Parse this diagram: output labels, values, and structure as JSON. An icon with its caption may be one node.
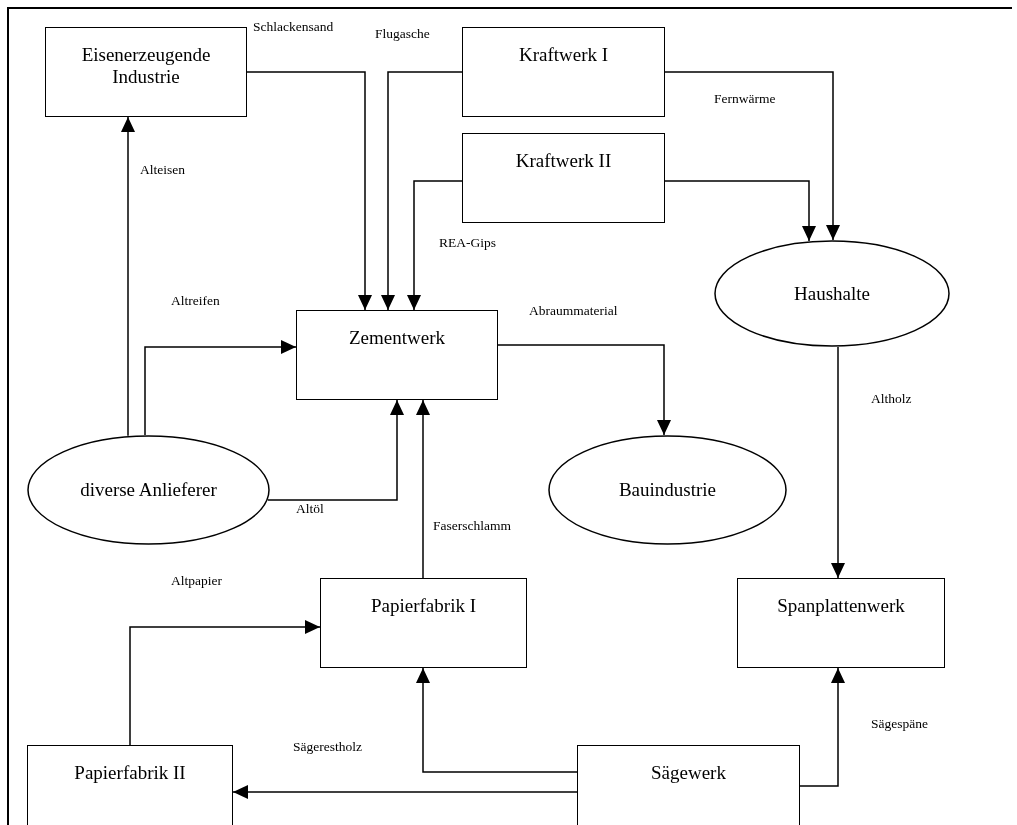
{
  "diagram": {
    "nodes": [
      {
        "text": [
          "Eisenerzeugende Industrie"
        ]
      },
      {
        "text": [
          "Kraftwerk I"
        ]
      },
      {
        "text": [
          "Kraftwerk II"
        ]
      },
      {
        "text": [
          "Haushalte"
        ]
      },
      {
        "text": [
          "Zementwerk"
        ]
      },
      {
        "text": [
          "diverse Anlieferer"
        ]
      },
      {
        "text": [
          "Bauindustrie"
        ]
      },
      {
        "text": [
          "Papierfabrik I"
        ]
      },
      {
        "text": [
          "Spanplattenwerk"
        ]
      },
      {
        "text": [
          "Papierfabrik II"
        ]
      },
      {
        "text": [
          "Sägewerk"
        ]
      }
    ],
    "edges": [
      {
        "from": 0,
        "to": 4,
        "arrow": "to",
        "label": "Schlackensand"
      },
      {
        "from": 1,
        "to": 4,
        "arrow": "to",
        "label": "Flugasche"
      },
      {
        "from": 2,
        "to": 4,
        "arrow": "to",
        "label": "REA-Gips"
      },
      {
        "from": 1,
        "to": 3,
        "arrow": "to",
        "label": "Fernwärme"
      },
      {
        "from": 2,
        "to": 3,
        "arrow": "to"
      },
      {
        "from": 5,
        "to": 0,
        "arrow": "to",
        "label": "Alteisen"
      },
      {
        "from": 5,
        "to": 4,
        "arrow": "to",
        "label": "Altreifen"
      },
      {
        "from": 5,
        "to": 4,
        "arrow": "to",
        "label": "Altöl"
      },
      {
        "from": 7,
        "to": 4,
        "arrow": "to",
        "label": "Faserschlamm"
      },
      {
        "from": 4,
        "to": 6,
        "arrow": "to",
        "label": "Abraummaterial"
      },
      {
        "from": 3,
        "to": 8,
        "arrow": "to",
        "label": "Altholz"
      },
      {
        "from": 9,
        "to": 7,
        "arrow": "to",
        "label": "Altpapier"
      },
      {
        "from": 10,
        "to": 7,
        "arrow": "to",
        "label": "Sägerestholz"
      },
      {
        "from": 10,
        "to": 9,
        "arrow": "to"
      },
      {
        "from": 10,
        "to": 8,
        "arrow": "to",
        "label": "Sägespäne"
      }
    ]
  }
}
